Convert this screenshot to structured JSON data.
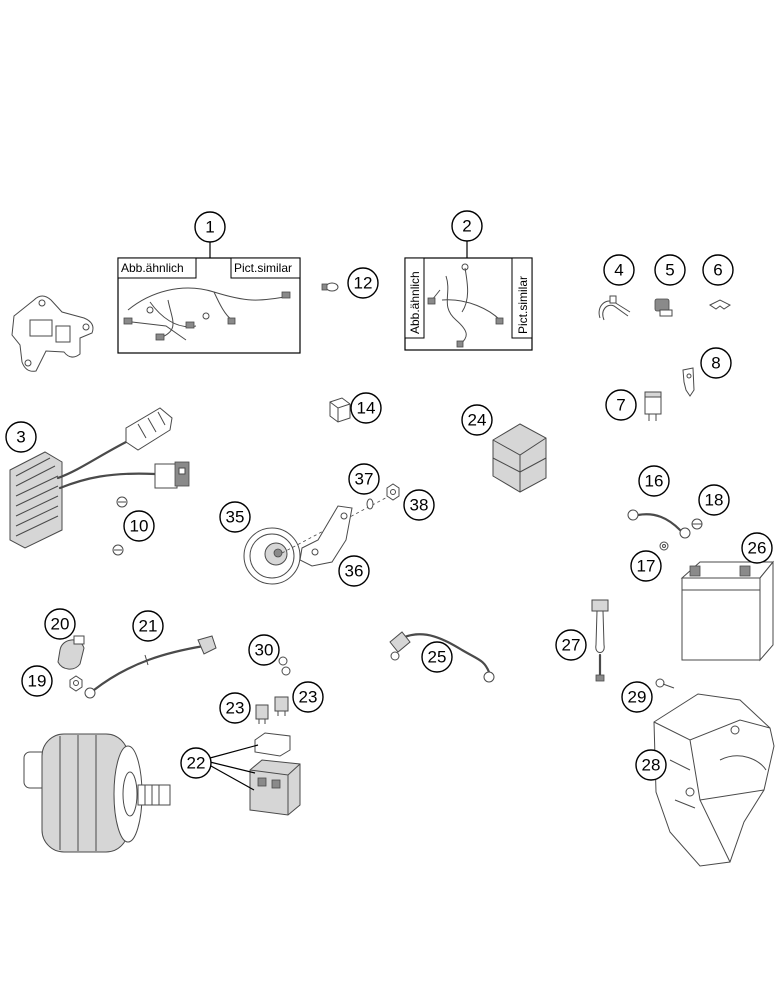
{
  "callouts": [
    "1",
    "2",
    "3",
    "4",
    "5",
    "6",
    "7",
    "8",
    "10",
    "12",
    "14",
    "16",
    "17",
    "18",
    "19",
    "20",
    "21",
    "22",
    "23",
    "23",
    "24",
    "25",
    "26",
    "27",
    "28",
    "29",
    "30",
    "35",
    "36",
    "37",
    "38"
  ],
  "box_1": {
    "label_de": "Abb.ähnlich",
    "label_en": "Pict.similar"
  },
  "box_2": {
    "label_de": "Abb.ähnlich",
    "label_en": "Pict.similar"
  },
  "colors": {
    "outline": "#000000",
    "part_line": "#4a4a4a",
    "background": "#ffffff"
  }
}
